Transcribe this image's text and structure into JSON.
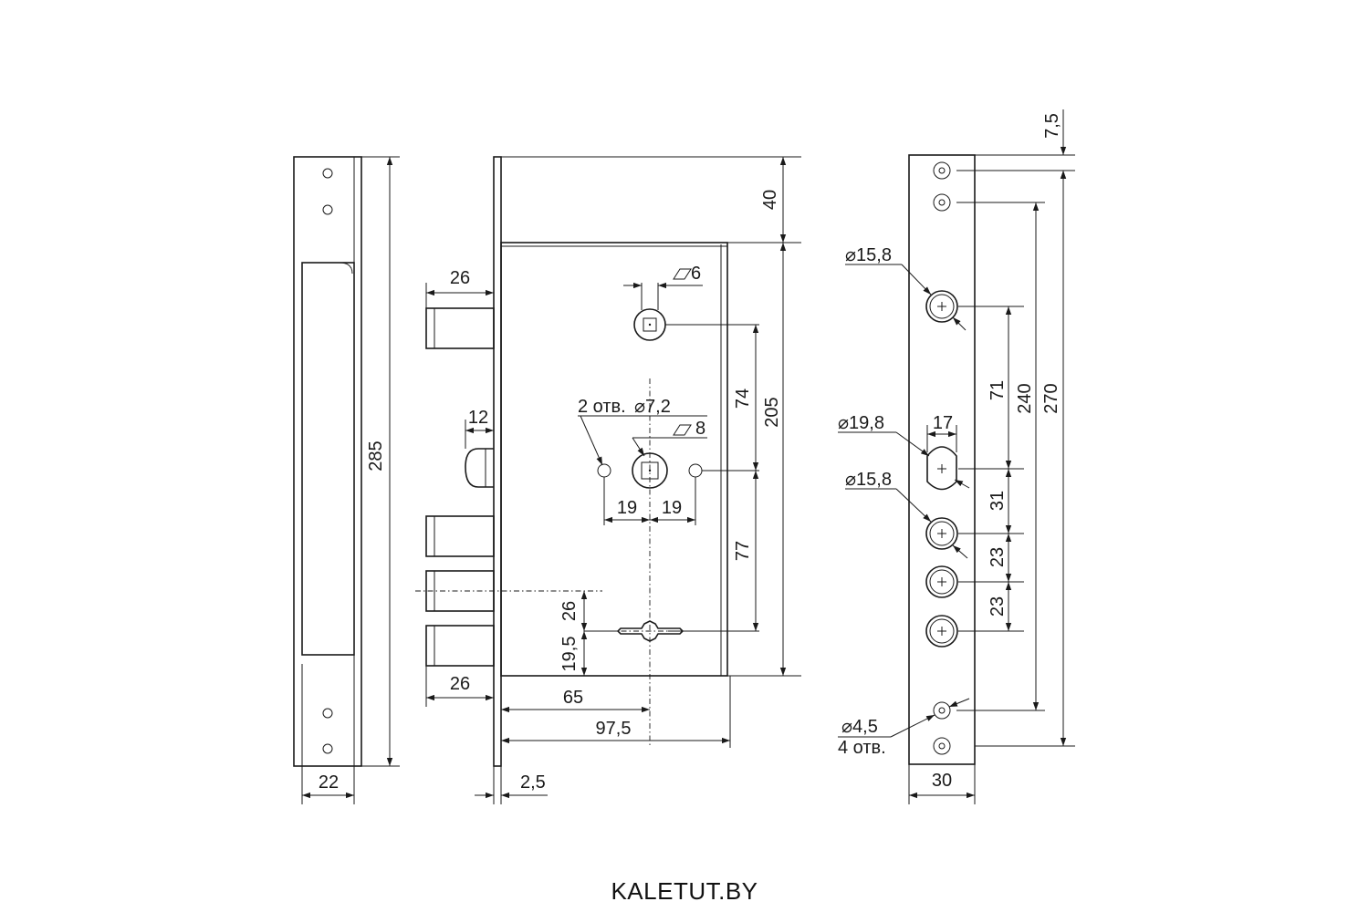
{
  "watermark": "KALETUT.BY",
  "strike_plate": {
    "height": "285",
    "width": "22"
  },
  "lock_body": {
    "top_offset": "40",
    "body_height": "205",
    "bolt_projection_top": "26",
    "bolt_projection_bottom": "26",
    "latch_width": "12",
    "upper_spindle": "6",
    "lower_spindle": "8",
    "holes": "2 отв.",
    "hole_diameter": "⌀7,2",
    "hole_spacing_left": "19",
    "hole_spacing_right": "19",
    "spindle_to_spindle": "74",
    "spindle_to_bottom": "77",
    "bolt_to_key": "26",
    "key_to_bottom": "19,5",
    "backset": "65",
    "body_depth": "97,5",
    "faceplate_thickness": "2,5"
  },
  "faceplate": {
    "top_margin": "7,5",
    "diameter_upper": "⌀15,8",
    "diameter_middle": "⌀19,8",
    "diameter_lower": "⌀15,8",
    "cylinder_width": "17",
    "spacing_71": "71",
    "spacing_31": "31",
    "spacing_23a": "23",
    "spacing_23b": "23",
    "hole_span": "240",
    "total_length": "270",
    "screw_diameter": "⌀4,5",
    "screw_count": "4 отв.",
    "width": "30"
  }
}
